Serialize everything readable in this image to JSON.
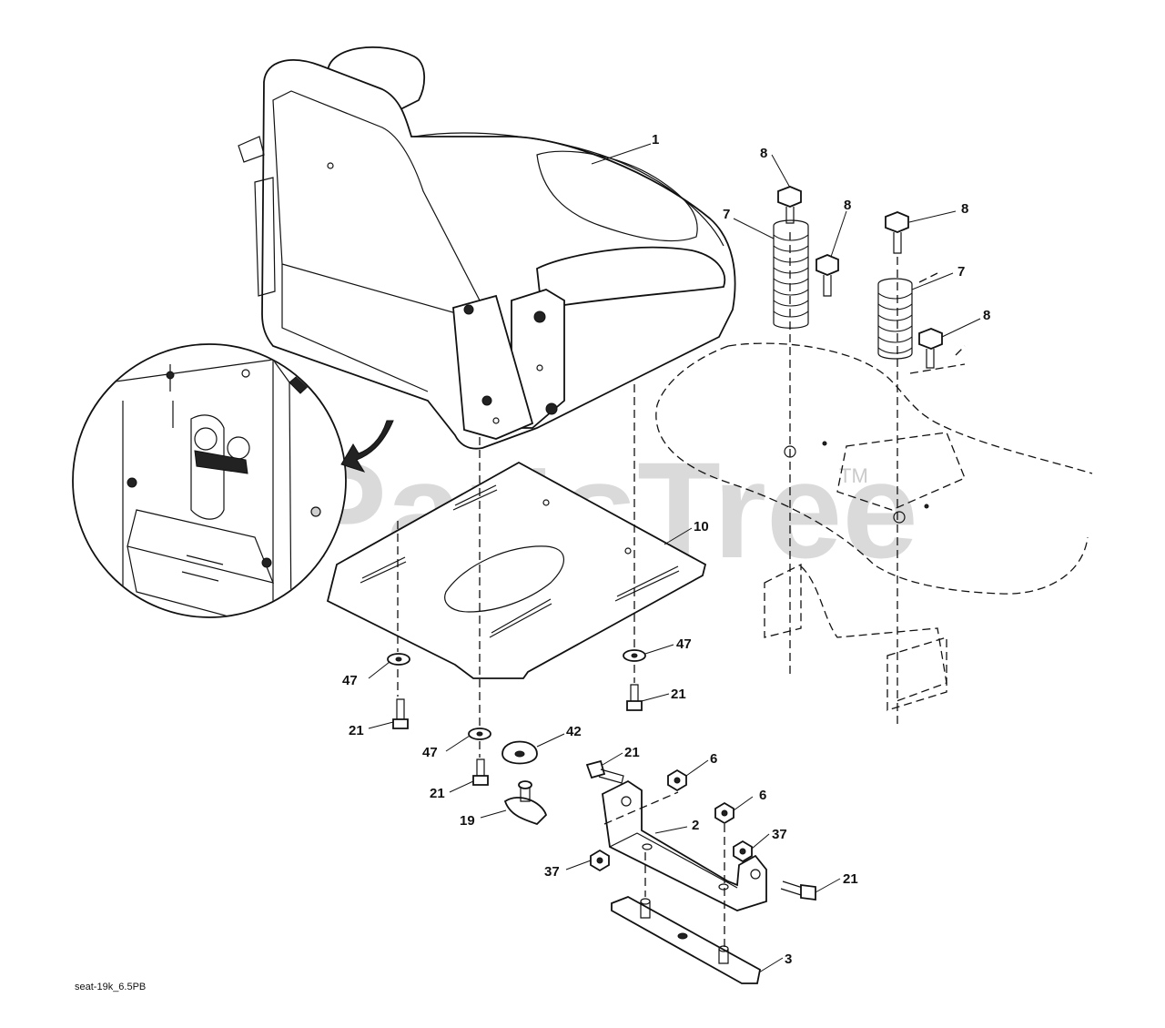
{
  "watermark": {
    "text": "PartsTree",
    "tm": "TM"
  },
  "footer": {
    "code": "seat-19k_6.5PB"
  },
  "callouts": [
    {
      "id": "c1",
      "label": "1"
    },
    {
      "id": "c8a",
      "label": "8"
    },
    {
      "id": "c7a",
      "label": "7"
    },
    {
      "id": "c8b",
      "label": "8"
    },
    {
      "id": "c8c",
      "label": "8"
    },
    {
      "id": "c7b",
      "label": "7"
    },
    {
      "id": "c8d",
      "label": "8"
    },
    {
      "id": "c10",
      "label": "10"
    },
    {
      "id": "c47a",
      "label": "47"
    },
    {
      "id": "c47b",
      "label": "47"
    },
    {
      "id": "c21a",
      "label": "21"
    },
    {
      "id": "c21b",
      "label": "21"
    },
    {
      "id": "c47c",
      "label": "47"
    },
    {
      "id": "c42",
      "label": "42"
    },
    {
      "id": "c21c",
      "label": "21"
    },
    {
      "id": "c21d",
      "label": "21"
    },
    {
      "id": "c6a",
      "label": "6"
    },
    {
      "id": "c6b",
      "label": "6"
    },
    {
      "id": "c19",
      "label": "19"
    },
    {
      "id": "c2",
      "label": "2"
    },
    {
      "id": "c37a",
      "label": "37"
    },
    {
      "id": "c37b",
      "label": "37"
    },
    {
      "id": "c21e",
      "label": "21"
    },
    {
      "id": "c3",
      "label": "3"
    }
  ]
}
